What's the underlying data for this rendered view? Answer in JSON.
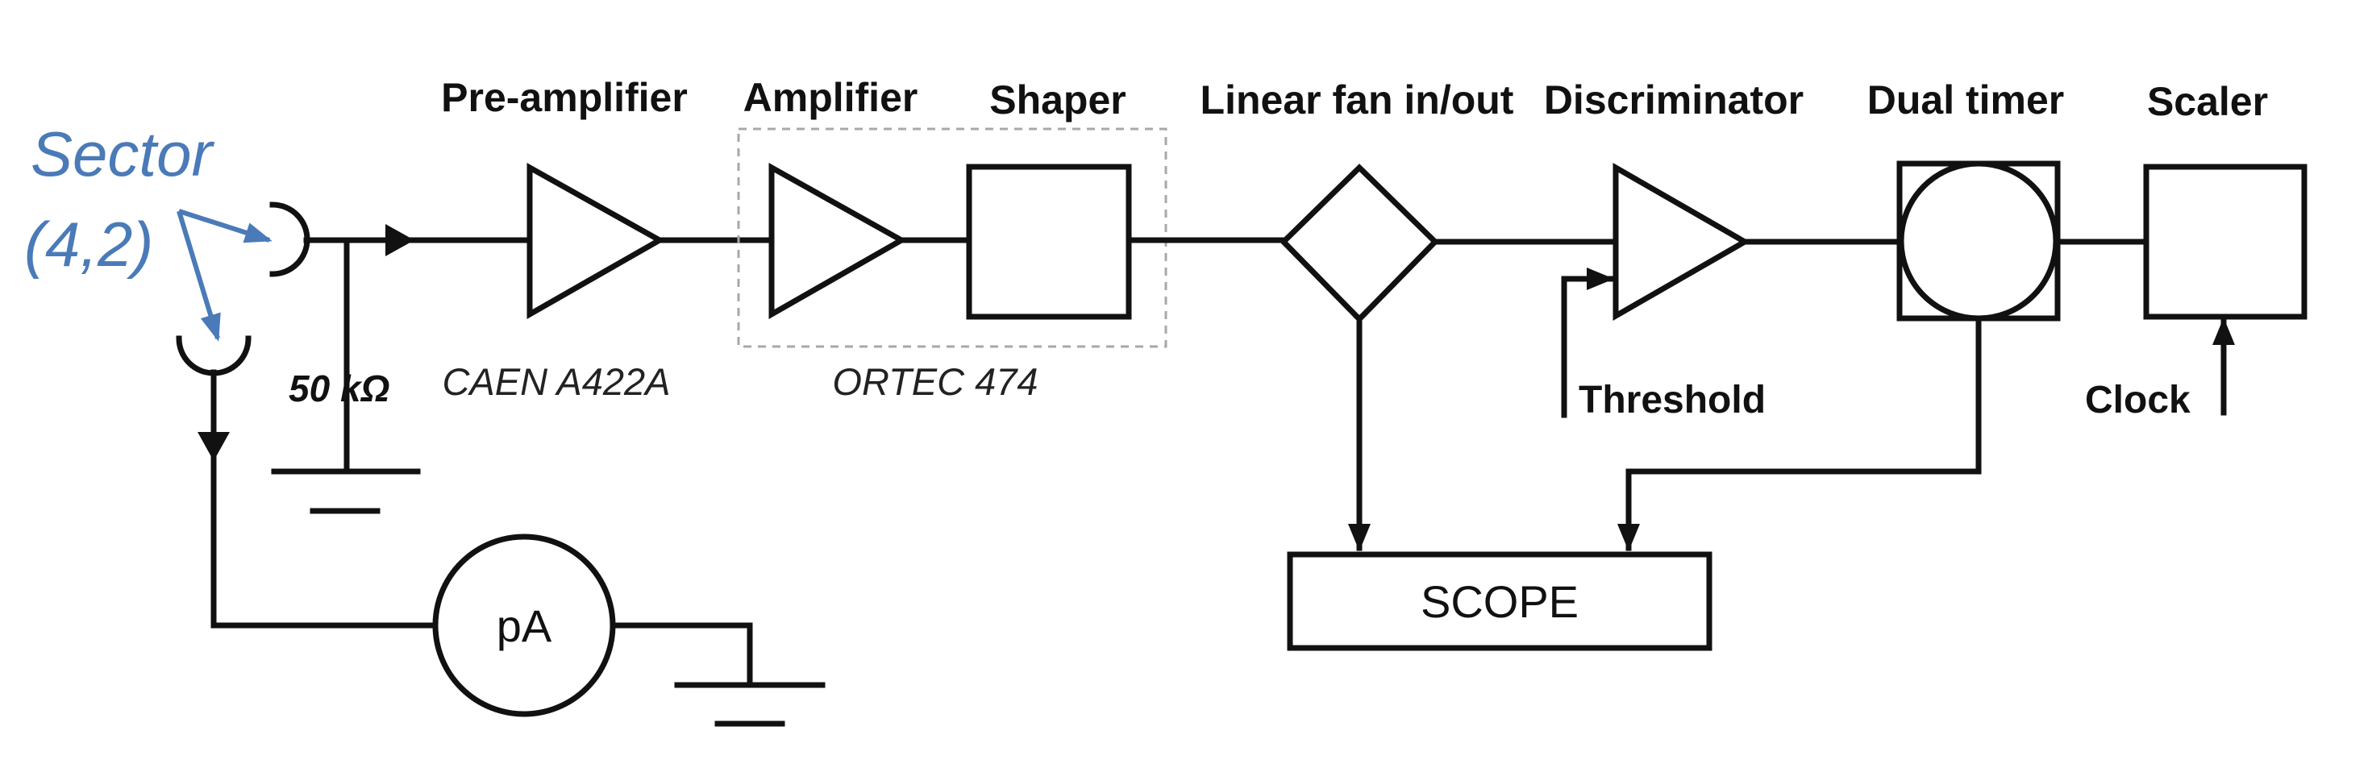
{
  "blocks": {
    "preamp": "Pre-amplifier",
    "amplifier": "Amplifier",
    "shaper": "Shaper",
    "fan": "Linear fan in/out",
    "discriminator": "Discriminator",
    "dual_timer": "Dual timer",
    "scaler": "Scaler"
  },
  "models": {
    "preamp": "CAEN A422A",
    "amp_shaper": "ORTEC 474"
  },
  "sector": {
    "line1": "Sector",
    "line2": "(4,2)",
    "color": "#4a7ab8"
  },
  "resistor": "50 kΩ",
  "picoammeter": "pA",
  "scope": "SCOPE",
  "threshold": "Threshold",
  "clock": "Clock",
  "colors": {
    "ink": "#111111",
    "dashed_box": "#a8a8a8"
  }
}
